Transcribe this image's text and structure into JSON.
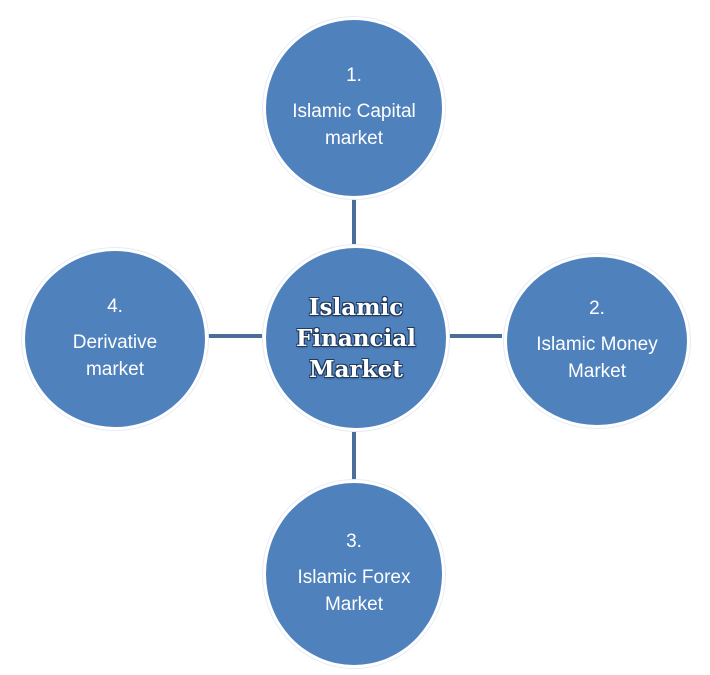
{
  "diagram": {
    "center": {
      "title": "Islamic Financial Market"
    },
    "nodes": {
      "top": {
        "number": "1.",
        "label": "Islamic Capital market"
      },
      "right": {
        "number": "2.",
        "label": "Islamic Money Market"
      },
      "bottom": {
        "number": "3.",
        "label": "Islamic Forex Market"
      },
      "left": {
        "number": "4.",
        "label": "Derivative market"
      }
    },
    "colors": {
      "node_fill": "#4f81bd",
      "connector": "#4a6d99",
      "text": "#ffffff",
      "center_text_outline": "#1f3a5c"
    }
  }
}
